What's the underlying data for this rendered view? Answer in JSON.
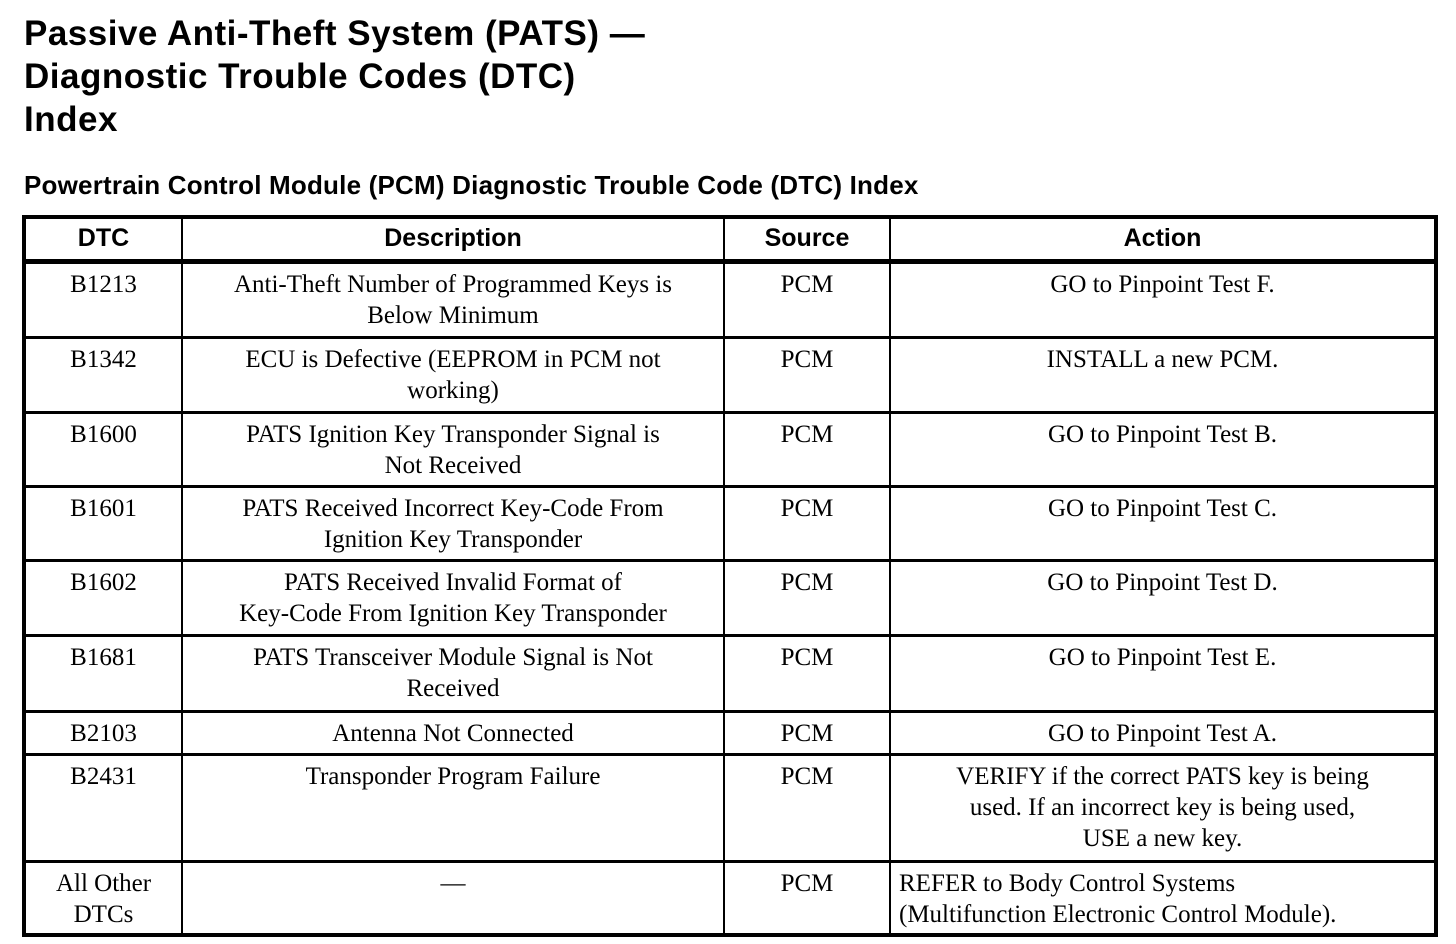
{
  "page": {
    "title_lines": [
      "Passive Anti-Theft System (PATS) —",
      "Diagnostic Trouble Codes (DTC)",
      "Index"
    ],
    "subtitle": "Powertrain Control Module (PCM) Diagnostic Trouble Code (DTC) Index"
  },
  "table": {
    "headers": [
      "DTC",
      "Description",
      "Source",
      "Action"
    ],
    "rows": [
      {
        "dtc": "B1213",
        "description": "Anti-Theft Number of Programmed Keys is\nBelow Minimum",
        "source": "PCM",
        "action": "GO to Pinpoint Test F."
      },
      {
        "dtc": "B1342",
        "description": "ECU is Defective (EEPROM in PCM not\nworking)",
        "source": "PCM",
        "action": "INSTALL a new PCM."
      },
      {
        "dtc": "B1600",
        "description": "PATS Ignition Key Transponder Signal is\nNot Received",
        "source": "PCM",
        "action": "GO to Pinpoint Test B."
      },
      {
        "dtc": "B1601",
        "description": "PATS Received Incorrect Key-Code From\nIgnition Key Transponder",
        "source": "PCM",
        "action": "GO to Pinpoint Test C."
      },
      {
        "dtc": "B1602",
        "description": "PATS Received Invalid Format of\nKey-Code From Ignition Key Transponder",
        "source": "PCM",
        "action": "GO to Pinpoint Test D."
      },
      {
        "dtc": "B1681",
        "description": "PATS Transceiver Module Signal is Not\nReceived",
        "source": "PCM",
        "action": "GO to Pinpoint Test E."
      },
      {
        "dtc": "B2103",
        "description": "Antenna Not Connected",
        "source": "PCM",
        "action": "GO to Pinpoint Test A."
      },
      {
        "dtc": "B2431",
        "description": "Transponder Program Failure",
        "source": "PCM",
        "action": "VERIFY if the correct PATS key is being\nused. If an incorrect key is being used,\nUSE a new key."
      },
      {
        "dtc": "All Other\nDTCs",
        "description": "—",
        "source": "PCM",
        "action": "REFER to Body Control Systems\n(Multifunction Electronic Control Module)."
      }
    ]
  },
  "colors": {
    "text": "#000000",
    "background": "#ffffff",
    "border": "#000000"
  }
}
